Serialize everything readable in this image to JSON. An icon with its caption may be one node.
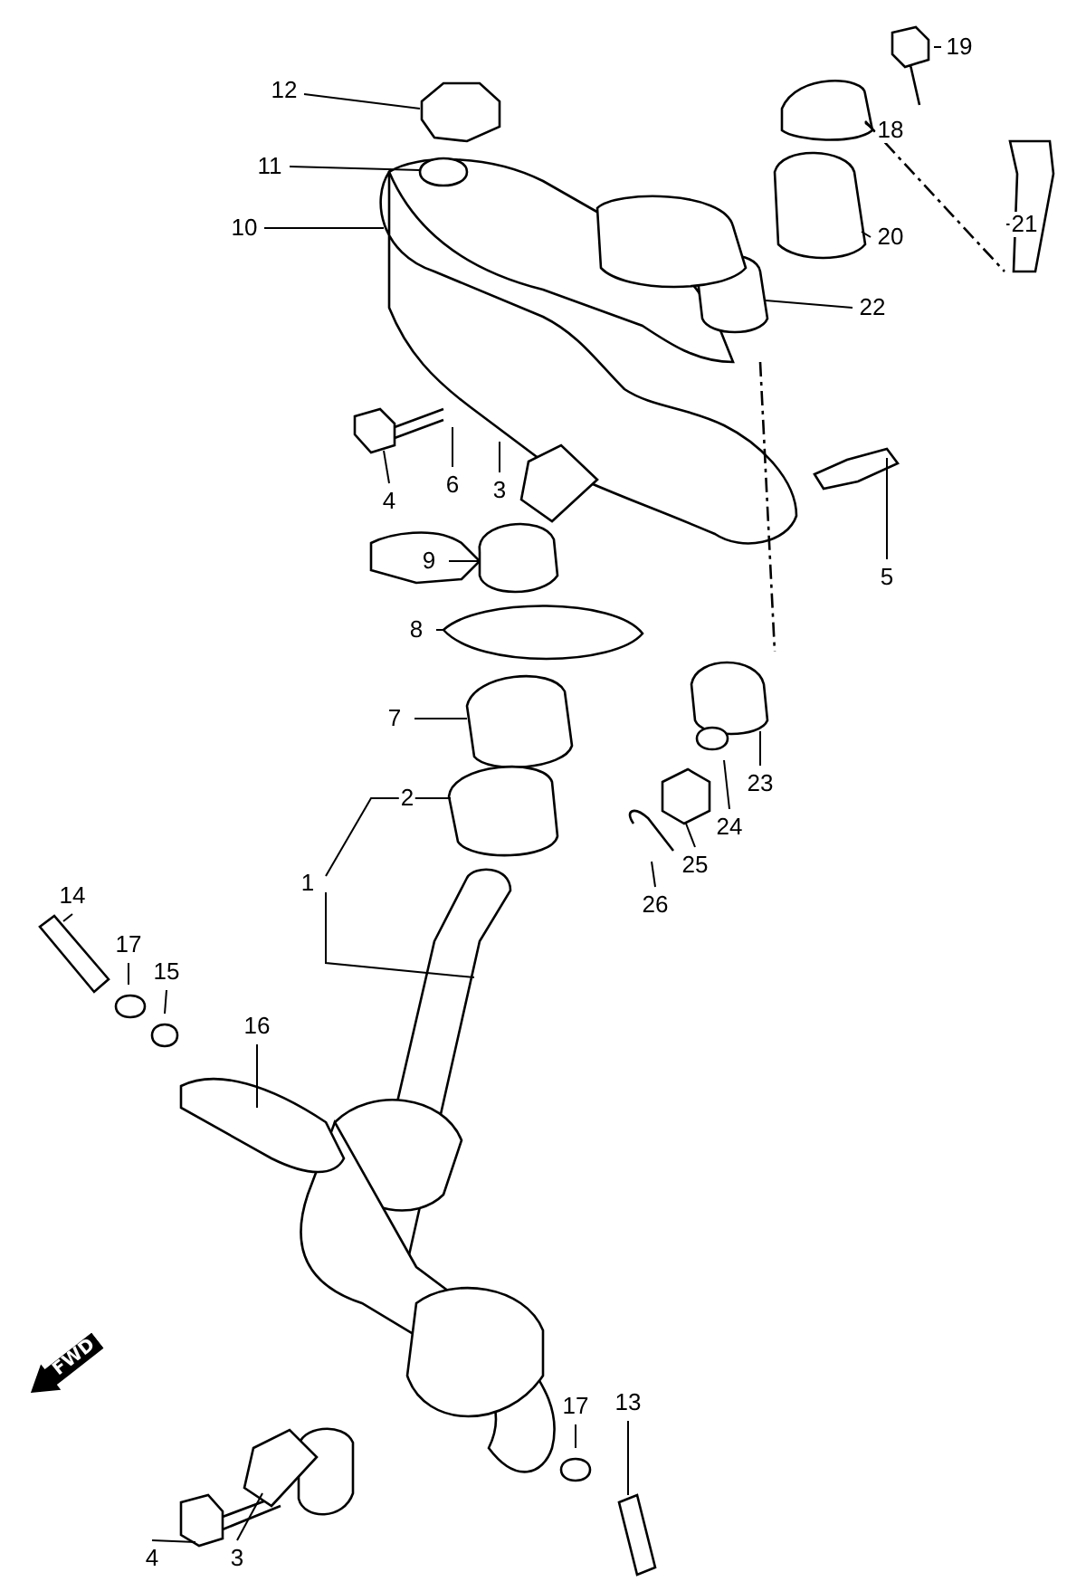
{
  "diagram": {
    "nodes": [
      {
        "text": [
          "19"
        ]
      },
      {
        "text": [
          "12"
        ]
      },
      {
        "text": [
          "18"
        ]
      },
      {
        "text": [
          "11"
        ]
      },
      {
        "text": [
          "21"
        ]
      },
      {
        "text": [
          "10"
        ]
      },
      {
        "text": [
          "20"
        ]
      },
      {
        "text": [
          "22"
        ]
      },
      {
        "text": [
          "6"
        ]
      },
      {
        "text": [
          "3"
        ]
      },
      {
        "text": [
          "4"
        ]
      },
      {
        "text": [
          "5"
        ]
      },
      {
        "text": [
          "9"
        ]
      },
      {
        "text": [
          "8"
        ]
      },
      {
        "text": [
          "7"
        ]
      },
      {
        "text": [
          "23"
        ]
      },
      {
        "text": [
          "2"
        ]
      },
      {
        "text": [
          "24"
        ]
      },
      {
        "text": [
          "25"
        ]
      },
      {
        "text": [
          "1"
        ]
      },
      {
        "text": [
          "14"
        ]
      },
      {
        "text": [
          "26"
        ]
      },
      {
        "text": [
          "17"
        ]
      },
      {
        "text": [
          "15"
        ]
      },
      {
        "text": [
          "16"
        ]
      },
      {
        "text": [
          "17"
        ]
      },
      {
        "text": [
          "13"
        ]
      },
      {
        "text": [
          "4"
        ]
      },
      {
        "text": [
          "3"
        ]
      }
    ],
    "edges": [
      {
        "from": 0,
        "to": null,
        "arrow": "none"
      },
      {
        "from": 1,
        "to": null,
        "arrow": "none"
      },
      {
        "from": 2,
        "to": null,
        "arrow": "none"
      },
      {
        "from": 3,
        "to": null,
        "arrow": "none"
      },
      {
        "from": 4,
        "to": null,
        "arrow": "none"
      },
      {
        "from": 5,
        "to": null,
        "arrow": "none"
      },
      {
        "from": 6,
        "to": null,
        "arrow": "none"
      },
      {
        "from": 7,
        "to": null,
        "arrow": "none"
      },
      {
        "from": 8,
        "to": null,
        "arrow": "none"
      },
      {
        "from": 9,
        "to": null,
        "arrow": "none"
      },
      {
        "from": 10,
        "to": null,
        "arrow": "none"
      },
      {
        "from": 11,
        "to": null,
        "arrow": "none"
      },
      {
        "from": 12,
        "to": null,
        "arrow": "none"
      },
      {
        "from": 13,
        "to": null,
        "arrow": "none"
      },
      {
        "from": 14,
        "to": null,
        "arrow": "none"
      },
      {
        "from": 15,
        "to": null,
        "arrow": "none"
      },
      {
        "from": 16,
        "to": null,
        "arrow": "none"
      },
      {
        "from": 17,
        "to": null,
        "arrow": "none"
      },
      {
        "from": 18,
        "to": null,
        "arrow": "none"
      },
      {
        "from": 19,
        "to": null,
        "arrow": "none"
      },
      {
        "from": 19,
        "to": null,
        "arrow": "none"
      },
      {
        "from": 20,
        "to": null,
        "arrow": "none"
      },
      {
        "from": 21,
        "to": null,
        "arrow": "none"
      },
      {
        "from": 22,
        "to": null,
        "arrow": "none"
      },
      {
        "from": 23,
        "to": null,
        "arrow": "none"
      },
      {
        "from": 24,
        "to": null,
        "arrow": "none"
      },
      {
        "from": 25,
        "to": null,
        "arrow": "none"
      },
      {
        "from": 26,
        "to": null,
        "arrow": "none"
      },
      {
        "from": 27,
        "to": null,
        "arrow": "none"
      },
      {
        "from": 28,
        "to": null,
        "arrow": "none"
      }
    ],
    "labels": [
      "FWD"
    ]
  }
}
